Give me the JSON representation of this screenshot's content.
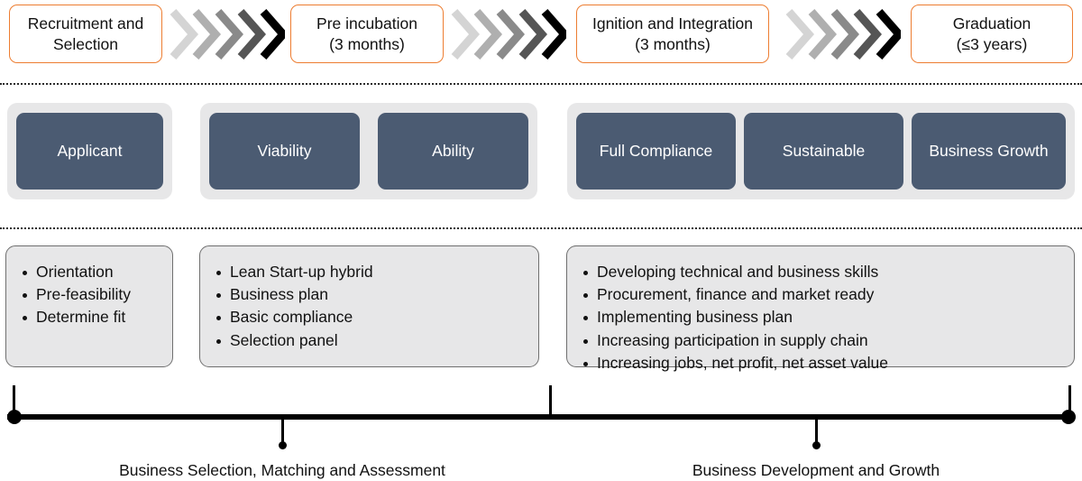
{
  "diagram": {
    "title": "Incubation Programme Phases",
    "colors": {
      "accent_orange": "#ED7D31",
      "card_navy": "#4B5B72",
      "group_gray": "#E7E7E8",
      "panel_border": "#6F6F6F",
      "ink": "#111111"
    },
    "phases": [
      {
        "id": "recruitment",
        "label": "Recruitment and Selection"
      },
      {
        "id": "pre-incubation",
        "label": "Pre incubation\n(3 months)"
      },
      {
        "id": "ignition",
        "label": "Ignition and Integration\n(3 months)"
      },
      {
        "id": "graduation",
        "label": "Graduation\n(≤3 years)"
      }
    ],
    "phase_lines": {
      "recruitment": [
        "Recruitment and",
        "Selection"
      ],
      "pre_incubation": [
        "Pre incubation",
        "(3 months)"
      ],
      "ignition": [
        "Ignition and Integration",
        "(3 months)"
      ],
      "graduation": [
        "Graduation",
        "(≤3 years)"
      ]
    },
    "chevron_shades": [
      "#D4D4D4",
      "#AFAFAF",
      "#8A8A8A",
      "#555555",
      "#000000"
    ],
    "milestone_groups": [
      {
        "id": "group-applicant",
        "cards": [
          {
            "id": "applicant",
            "label": "Applicant"
          }
        ]
      },
      {
        "id": "group-assessment",
        "cards": [
          {
            "id": "viability",
            "label": "Viability"
          },
          {
            "id": "ability",
            "label": "Ability"
          }
        ]
      },
      {
        "id": "group-growth",
        "cards": [
          {
            "id": "full-compliance",
            "label": "Full Compliance"
          },
          {
            "id": "sustainable",
            "label": "Sustainable"
          },
          {
            "id": "business-growth",
            "label": "Business Growth"
          }
        ]
      }
    ],
    "activity_panels": [
      {
        "id": "panel-screening",
        "items": [
          "Orientation",
          "Pre-feasibility",
          "Determine fit"
        ]
      },
      {
        "id": "panel-selection",
        "items": [
          "Lean Start-up hybrid",
          "Business plan",
          "Basic compliance",
          "Selection panel"
        ]
      },
      {
        "id": "panel-development",
        "items": [
          "Developing technical and business skills",
          "Procurement, finance and market ready",
          "Implementing business plan",
          "Increasing participation in supply chain",
          "Increasing jobs, net profit, net asset value"
        ]
      }
    ],
    "timeline": {
      "segments": [
        {
          "id": "segment-selection",
          "label": "Business Selection, Matching and Assessment"
        },
        {
          "id": "segment-development",
          "label": "Business Development and Growth"
        }
      ]
    }
  }
}
